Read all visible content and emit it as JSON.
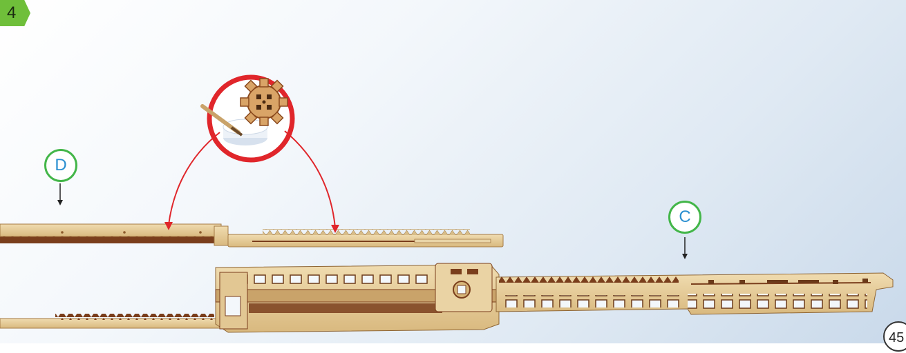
{
  "step": {
    "number": "4"
  },
  "callouts": {
    "d": "D",
    "c": "C"
  },
  "page": {
    "number": "45"
  },
  "icons": {
    "lubricant": "gear-with-wax-and-pencil-icon"
  },
  "colors": {
    "badge": "#6fbf3a",
    "callout_ring": "#43b649",
    "callout_text": "#2a8fd0",
    "arrow": "#e0262b",
    "wood_light": "#e6cf9f",
    "wood_dark": "#7a3e1c"
  }
}
